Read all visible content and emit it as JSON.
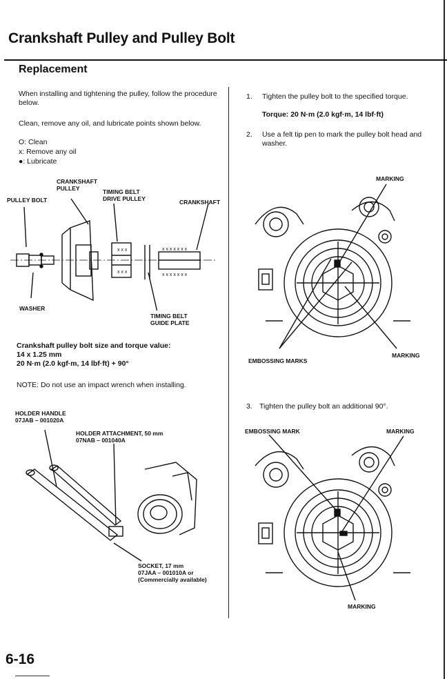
{
  "page": {
    "title": "Crankshaft Pulley and Pulley Bolt",
    "subtitle": "Replacement",
    "page_number": "6-16"
  },
  "left": {
    "intro": "When installing and tightening the pulley, follow the procedure below.",
    "clean_line": "Clean, remove any oil, and lubricate points shown below.",
    "legend": [
      "O: Clean",
      "x: Remove any oil",
      "●: Lubricate"
    ],
    "diagram1_labels": {
      "crankshaft_pulley": "CRANKSHAFT PULLEY",
      "timing_belt_drive_pulley": "TIMING BELT DRIVE PULLEY",
      "pulley_bolt": "PULLEY BOLT",
      "crankshaft": "CRANKSHAFT",
      "washer": "WASHER",
      "timing_belt_guide_plate": "TIMING BELT GUIDE PLATE"
    },
    "spec_heading": "Crankshaft pulley bolt size and torque value:",
    "spec_size": "14 x 1.25 mm",
    "spec_torque": "20 N·m (2.0 kgf·m, 14 lbf·ft) + 90°",
    "note": "NOTE:  Do not use an impact wrench when installing.",
    "diagram2_labels": {
      "holder_handle": "HOLDER HANDLE",
      "holder_handle_pn": "07JAB – 001020A",
      "holder_attachment": "HOLDER ATTACHMENT, 50 mm",
      "holder_attachment_pn": "07NAB – 001040A",
      "socket": "SOCKET, 17 mm",
      "socket_pn": "07JAA – 001010A or",
      "socket_note": "(Commercially available)"
    }
  },
  "right": {
    "step1_num": "1.",
    "step1": "Tighten the pulley bolt to the specified torque.",
    "torque": "Torque: 20 N·m (2.0 kgf·m, 14 lbf·ft)",
    "step2_num": "2.",
    "step2": "Use a felt tip pen to mark the pulley bolt head and washer.",
    "fig1_labels": {
      "marking_top": "MARKING",
      "embossing_marks": "EMBOSSING MARKS",
      "marking_right": "MARKING"
    },
    "step3_num": "3.",
    "step3": "Tighten the pulley bolt an additional 90°.",
    "fig2_labels": {
      "embossing_mark": "EMBOSSING MARK",
      "marking_top": "MARKING",
      "marking_bottom": "MARKING"
    }
  }
}
